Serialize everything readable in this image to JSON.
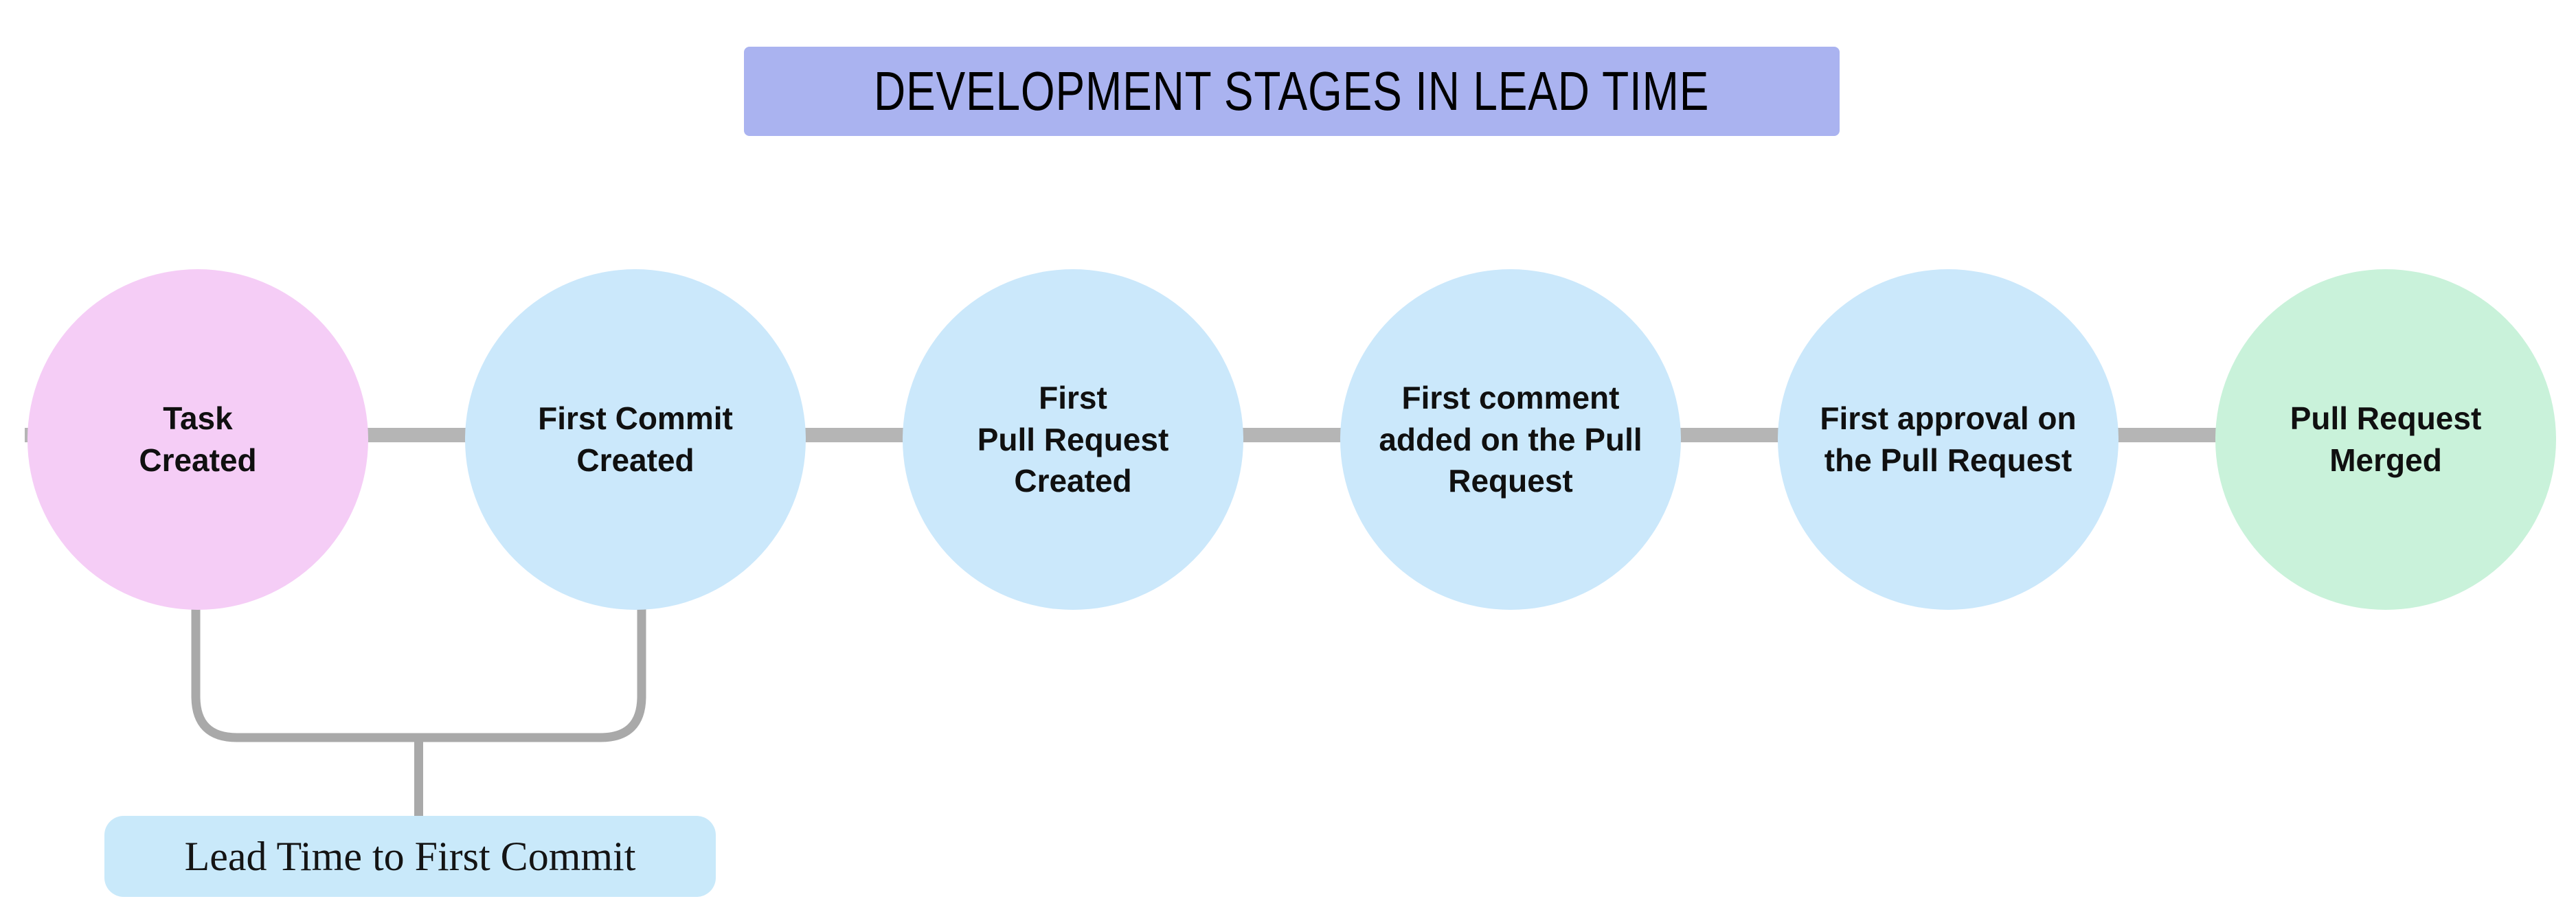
{
  "title": {
    "text": "DEVELOPMENT STAGES IN LEAD TIME",
    "bg": "#aab3f0"
  },
  "stages": [
    {
      "name": "task-created",
      "lines": [
        "Task",
        "Created",
        ""
      ],
      "color": "#f5cdf6"
    },
    {
      "name": "first-commit-created",
      "lines": [
        "First Commit",
        "Created",
        ""
      ],
      "color": "#cbe8fb"
    },
    {
      "name": "first-pull-request-created",
      "lines": [
        "First",
        "Pull Request",
        "Created"
      ],
      "color": "#cbe8fb"
    },
    {
      "name": "first-comment-added",
      "lines": [
        "First comment",
        "added on the Pull",
        "Request"
      ],
      "color": "#cbe8fb"
    },
    {
      "name": "first-approval",
      "lines": [
        "First approval on",
        "the Pull Request",
        ""
      ],
      "color": "#cbe8fb"
    },
    {
      "name": "pull-request-merged",
      "lines": [
        "Pull Request",
        "Merged",
        ""
      ],
      "color": "#c9f2da"
    }
  ],
  "annotation": {
    "label": "Lead Time to First Commit",
    "bg": "#c9e9fa",
    "spans_stages": [
      "Task Created",
      "First Commit Created"
    ]
  },
  "colors": {
    "connector": "#b5b5b5",
    "bracket": "#a9a9a9",
    "background": "#ffffff",
    "text": "#111111"
  }
}
